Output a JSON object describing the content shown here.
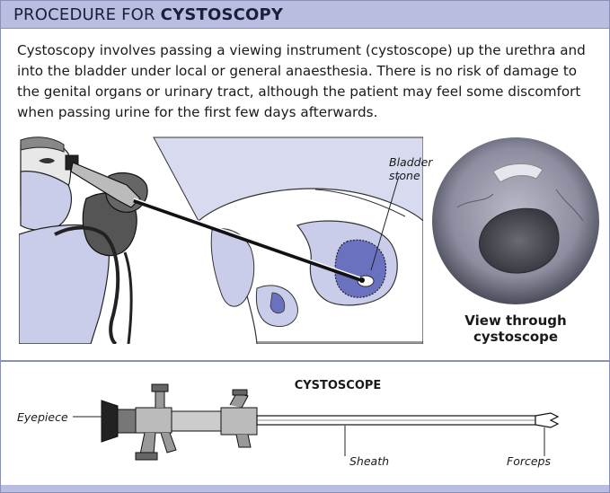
{
  "header": {
    "title_prefix": "PROCEDURE FOR ",
    "title_emphasis": "CYSTOSCOPY"
  },
  "intro": {
    "text": "Cystoscopy involves passing a viewing instrument (cystoscope) up the urethra and into the bladder under local or general anaesthesia. There is no risk of damage to the genital organs or urinary tract, although the patient may feel some discomfort when passing urine for the first few days afterwards."
  },
  "illustration": {
    "bladder_stone_label_line1": "Bladder",
    "bladder_stone_label_line2": "stone"
  },
  "photo": {
    "caption_line1": "View through",
    "caption_line2": "cystoscope"
  },
  "instrument": {
    "title": "CYSTOSCOPE",
    "labels": {
      "eyepiece": "Eyepiece",
      "sheath": "Sheath",
      "forceps": "Forceps"
    }
  },
  "colors": {
    "header_bg": "#b9bde0",
    "border": "#8a8fb8",
    "bladder_fill": "#6a72c0",
    "organ_fill": "#c9cdea"
  }
}
